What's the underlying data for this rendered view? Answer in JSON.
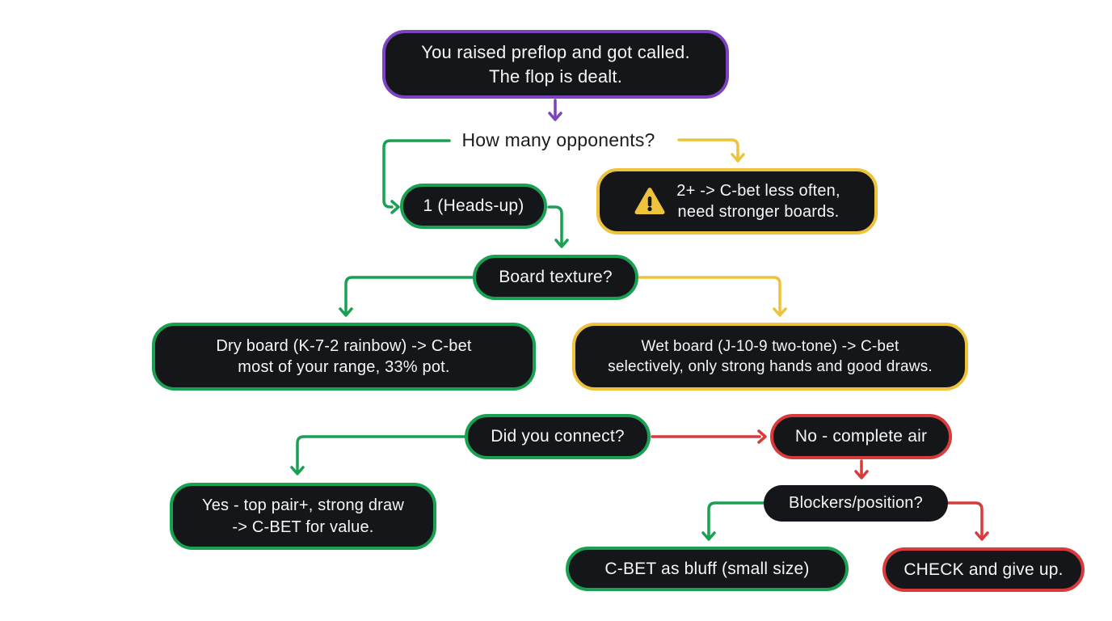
{
  "diagram": {
    "type": "flowchart",
    "topic": "Poker flop c-bet decision tree"
  },
  "colors": {
    "background": "#ffffff",
    "node_bg": "#14161a",
    "node_text": "#f5f6f7",
    "question_text": "#1b1d22",
    "purple": "#7a44c0",
    "green": "#1aa053",
    "yellow": "#edc33e",
    "red": "#d83b3b"
  },
  "nodes": {
    "start": {
      "line1": "You raised preflop and got called.",
      "line2": "The flop is dealt."
    },
    "opponents_question": {
      "text": "How many opponents?"
    },
    "heads_up": {
      "text": "1 (Heads-up)"
    },
    "multiway_warning": {
      "icon": "warning-triangle-icon",
      "line1": "2+ -> C-bet less often,",
      "line2": "need stronger boards."
    },
    "board_texture": {
      "text": "Board texture?"
    },
    "dry_board": {
      "line1": "Dry board (K-7-2 rainbow) -> C-bet",
      "line2": "most of your range, 33% pot."
    },
    "wet_board": {
      "line1": "Wet board (J-10-9 two-tone) -> C-bet",
      "line2": "selectively, only strong hands and good draws."
    },
    "did_you_connect": {
      "text": "Did you connect?"
    },
    "connected_yes": {
      "line1": "Yes - top pair+, strong draw",
      "line2": "-> C-BET for value."
    },
    "connected_no": {
      "text": "No - complete air"
    },
    "blockers_position": {
      "text": "Blockers/position?"
    },
    "cbet_bluff": {
      "text": "C-BET as bluff (small size)"
    },
    "check_give_up": {
      "text": "CHECK and give up."
    }
  },
  "connectors": [
    {
      "from": "start",
      "to": "opponents_question",
      "color": "purple"
    },
    {
      "from": "opponents_question",
      "to": "heads_up",
      "color": "green"
    },
    {
      "from": "opponents_question",
      "to": "multiway_warning",
      "color": "yellow"
    },
    {
      "from": "heads_up",
      "to": "board_texture",
      "color": "green"
    },
    {
      "from": "board_texture",
      "to": "dry_board",
      "color": "green"
    },
    {
      "from": "board_texture",
      "to": "wet_board",
      "color": "yellow"
    },
    {
      "from": "did_you_connect",
      "to": "connected_yes",
      "color": "green"
    },
    {
      "from": "did_you_connect",
      "to": "connected_no",
      "color": "red"
    },
    {
      "from": "connected_no",
      "to": "blockers_position",
      "color": "red"
    },
    {
      "from": "blockers_position",
      "to": "cbet_bluff",
      "color": "green"
    },
    {
      "from": "blockers_position",
      "to": "check_give_up",
      "color": "red"
    }
  ]
}
